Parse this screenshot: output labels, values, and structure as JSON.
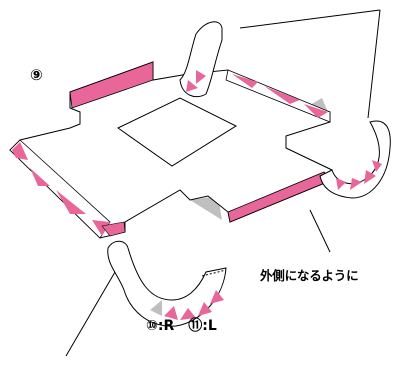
{
  "step_number": "⑨",
  "note_outside": "外側になるように",
  "parts": [
    "⑩:R",
    "⑪:L"
  ],
  "colors": {
    "pink": "#e8669a",
    "light_pink": "#f2a0c4",
    "gray": "#bfbfbf",
    "line": "#000000"
  }
}
